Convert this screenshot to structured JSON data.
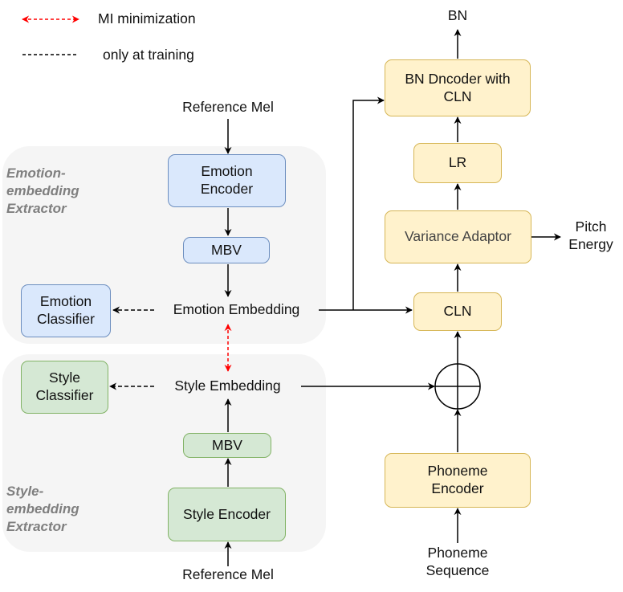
{
  "legend": {
    "mi_label": "MI minimization",
    "training_label": "only at training"
  },
  "regions": {
    "emotion_extractor": "Emotion-\nembedding\nExtractor",
    "style_extractor": "Style-\nembedding\nExtractor"
  },
  "inputs": {
    "reference_mel_top": "Reference Mel",
    "reference_mel_bottom": "Reference Mel",
    "phoneme_sequence": "Phoneme\nSequence"
  },
  "blocks": {
    "emotion_encoder": "Emotion\nEncoder",
    "mbv_emotion": "MBV",
    "emotion_classifier": "Emotion\nClassifier",
    "style_classifier": "Style\nClassifier",
    "mbv_style": "MBV",
    "style_encoder": "Style Encoder",
    "bn_decoder": "BN Dncoder with\nCLN",
    "lr": "LR",
    "variance_adaptor": "Variance Adaptor",
    "cln": "CLN",
    "phoneme_encoder": "Phoneme\nEncoder"
  },
  "labels": {
    "emotion_embedding": "Emotion Embedding",
    "style_embedding": "Style Embedding",
    "bn_output": "BN",
    "pitch_energy": "Pitch\nEnergy"
  },
  "colors": {
    "emotion_blocks": "#dae8fc",
    "style_blocks": "#d5e8d4",
    "main_blocks": "#fff2cc",
    "mi_arrow": "#ff0000",
    "region_fill": "#f5f5f5"
  }
}
